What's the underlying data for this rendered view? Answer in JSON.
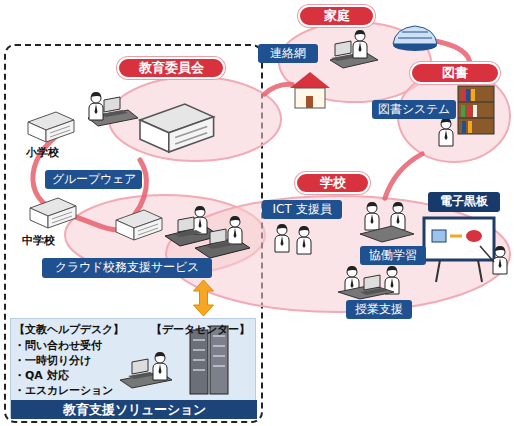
{
  "diagram": {
    "nodes": [
      {
        "text": [
          "教育委員会"
        ]
      },
      {
        "text": [
          "グループウェア"
        ]
      },
      {
        "text": [
          "クラウド校務支援サービス"
        ]
      },
      {
        "text": [
          "【文教ヘルプデスク】",
          "【データセンター】",
          "・問い合わせ受付",
          "・一時切り分け",
          "・QA 対応",
          "・エスカレーション",
          "教育支援ソリューション"
        ]
      },
      {
        "text": [
          "家庭"
        ]
      },
      {
        "text": [
          "連絡網"
        ],
        "in": 4
      },
      {
        "text": [
          "図書"
        ]
      },
      {
        "text": [
          "図書システム"
        ],
        "in": 6
      },
      {
        "text": [
          "学校"
        ]
      },
      {
        "text": [
          "ICT 支援員"
        ],
        "in": 8
      },
      {
        "text": [
          "協働学習"
        ],
        "in": 8
      },
      {
        "text": [
          "授業支援"
        ],
        "in": 8
      },
      {
        "text": [
          "電子黒板"
        ],
        "in": 8
      }
    ],
    "edges": [
      {
        "from": 2,
        "to": 3,
        "arrow": "both"
      },
      {
        "from": 0,
        "to": 4,
        "arrow": "none"
      },
      {
        "from": 6,
        "to": 8,
        "arrow": "none"
      }
    ],
    "labels": [
      "小学校",
      "中学校"
    ]
  }
}
